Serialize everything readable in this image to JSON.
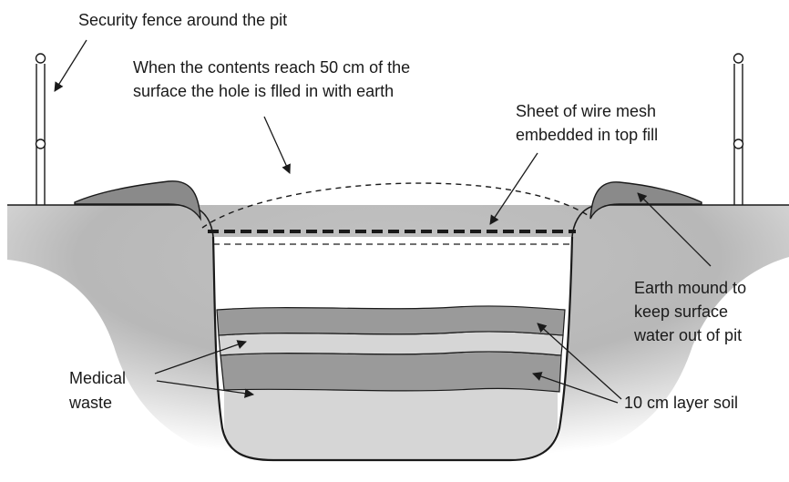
{
  "labels": {
    "fence": "Security fence around the pit",
    "fill_line1": "When the contents reach 50 cm of the",
    "fill_line2": "surface the hole is flled in with earth",
    "mesh_line1": "Sheet of wire mesh",
    "mesh_line2": "embedded in top fill",
    "mound_line1": "Earth mound to",
    "mound_line2": "keep surface",
    "mound_line3": "water out of pit",
    "waste_line1": "Medical",
    "waste_line2": "waste",
    "soil": "10 cm layer soil"
  },
  "colors": {
    "ground": "#b8b8b8",
    "ground_light": "#d9d9d9",
    "mound": "#8a8a8a",
    "soil_layer": "#9a9a9a",
    "waste_layer": "#d6d6d6",
    "line": "#1a1a1a"
  }
}
